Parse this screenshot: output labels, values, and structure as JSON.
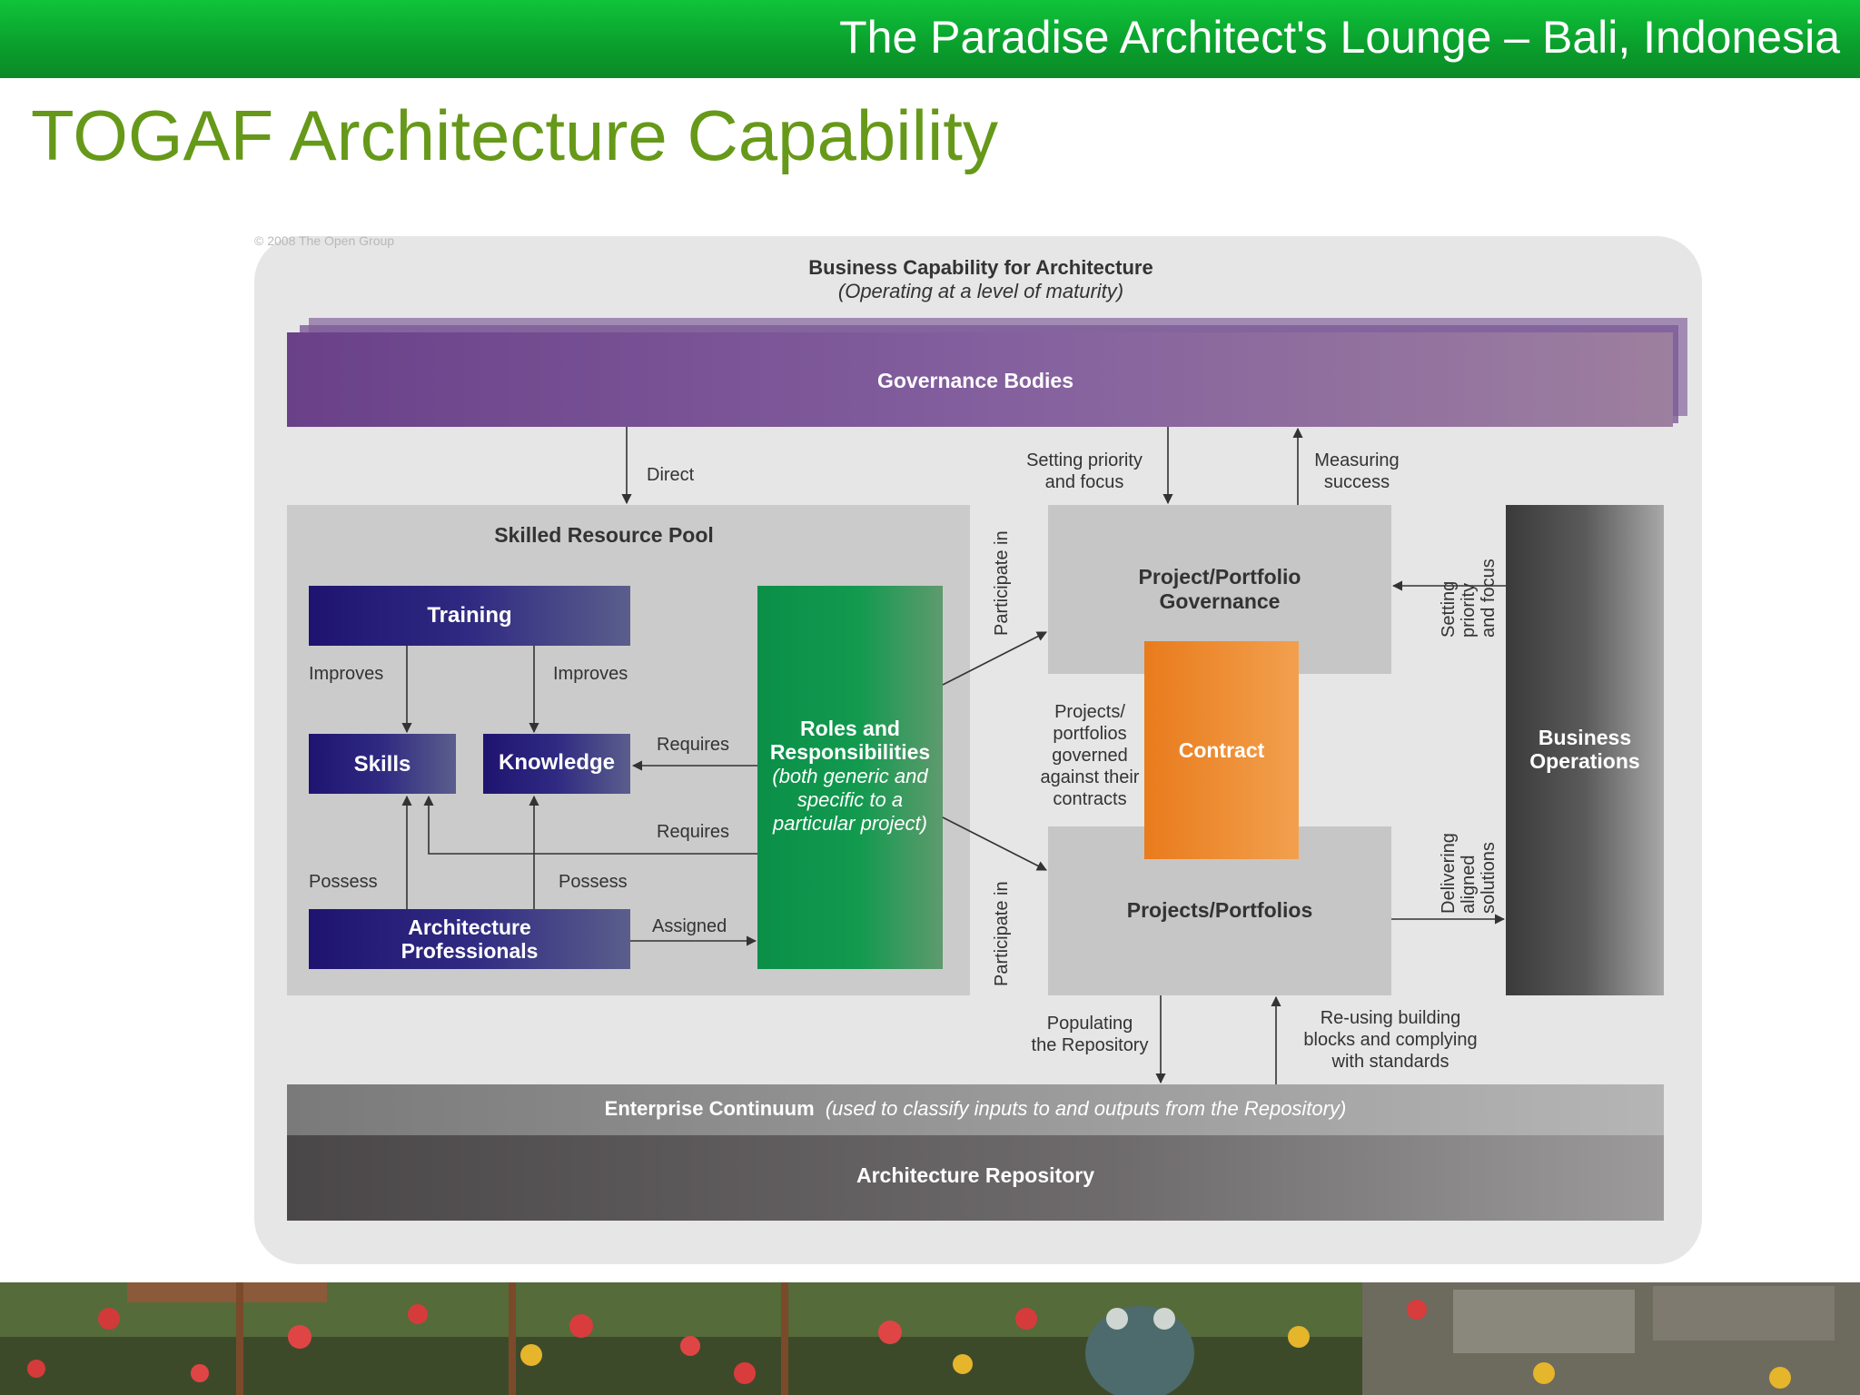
{
  "header": {
    "title": "The Paradise Architect's Lounge – Bali, Indonesia"
  },
  "slide": {
    "title": "TOGAF Architecture Capability"
  },
  "colors": {
    "header_green": "#0a9e2c",
    "title_green": "#669919",
    "governance_purple": "#6f4a8f",
    "navy": "#231f78",
    "roles_green": "#0b8f48",
    "contract_orange": "#ee8422"
  },
  "diagram": {
    "copyright": "© 2008 The Open Group",
    "business_capability": {
      "title": "Business Capability for Architecture",
      "subtitle": "(Operating at a level of maturity)"
    },
    "governance_bodies": "Governance Bodies",
    "skilled_resource_pool": "Skilled Resource Pool",
    "training": "Training",
    "skills": "Skills",
    "knowledge": "Knowledge",
    "architecture_professionals": [
      "Architecture",
      "Professionals"
    ],
    "roles": {
      "title_lines": [
        "Roles and",
        "Responsibilities"
      ],
      "italic_lines": [
        "(both generic and",
        "specific to a",
        "particular project)"
      ]
    },
    "project_portfolio_governance": [
      "Project/Portfolio",
      "Governance"
    ],
    "contract": "Contract",
    "projects_portfolios": "Projects/Portfolios",
    "business_operations": [
      "Business",
      "Operations"
    ],
    "enterprise_continuum": {
      "bold": "Enterprise Continuum",
      "italic": "(used to classify inputs to and outputs from the Repository)"
    },
    "architecture_repository": "Architecture Repository",
    "labels": {
      "direct": "Direct",
      "setting_priority": [
        "Setting priority",
        "and focus"
      ],
      "measuring_success": [
        "Measuring",
        "success"
      ],
      "improves_left": "Improves",
      "improves_right": "Improves",
      "requires_knowledge": "Requires",
      "requires_skills": "Requires",
      "possess_left": "Possess",
      "possess_right": "Possess",
      "assigned": "Assigned",
      "participate_in_top": "Participate in",
      "participate_in_bottom": "Participate in",
      "projects_governed": [
        "Projects/",
        "portfolios",
        "governed",
        "against their",
        "contracts"
      ],
      "setting_priority_vertical": [
        "Setting",
        "priority",
        "and focus"
      ],
      "delivering_aligned": [
        "Delivering",
        "aligned",
        "solutions"
      ],
      "populating": [
        "Populating",
        "the Repository"
      ],
      "reusing": [
        "Re-using building",
        "blocks and complying",
        "with standards"
      ]
    }
  }
}
